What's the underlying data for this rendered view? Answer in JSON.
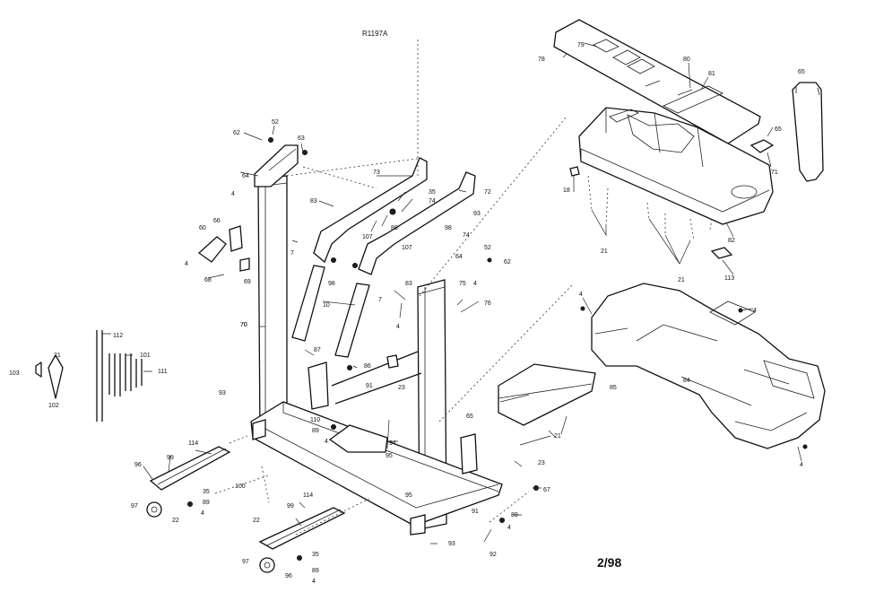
{
  "diagram": {
    "reference": "R1197A",
    "page_label": "2/98",
    "callouts": [
      {
        "id": "c52a",
        "text": "52"
      },
      {
        "id": "c62a",
        "text": "62"
      },
      {
        "id": "c63a",
        "text": "63"
      },
      {
        "id": "c64a",
        "text": "64"
      },
      {
        "id": "c4a",
        "text": "4"
      },
      {
        "id": "c66",
        "text": "66"
      },
      {
        "id": "c60",
        "text": "60"
      },
      {
        "id": "c4b",
        "text": "4"
      },
      {
        "id": "c69",
        "text": "69"
      },
      {
        "id": "c68",
        "text": "68"
      },
      {
        "id": "c70a",
        "text": "70"
      },
      {
        "id": "c73",
        "text": "73"
      },
      {
        "id": "c35a",
        "text": "35"
      },
      {
        "id": "c74a",
        "text": "74"
      },
      {
        "id": "c72",
        "text": "72"
      },
      {
        "id": "c83a",
        "text": "83"
      },
      {
        "id": "c88",
        "text": "88"
      },
      {
        "id": "c107a",
        "text": "107"
      },
      {
        "id": "c7a",
        "text": "7"
      },
      {
        "id": "c98a",
        "text": "98"
      },
      {
        "id": "c93a",
        "text": "93"
      },
      {
        "id": "c74b",
        "text": "74"
      },
      {
        "id": "c52b",
        "text": "52"
      },
      {
        "id": "c62b",
        "text": "62"
      },
      {
        "id": "c107b",
        "text": "107"
      },
      {
        "id": "c64b",
        "text": "64"
      },
      {
        "id": "c98b",
        "text": "98"
      },
      {
        "id": "c10",
        "text": "10"
      },
      {
        "id": "c83b",
        "text": "83"
      },
      {
        "id": "c7b",
        "text": "7"
      },
      {
        "id": "c4c",
        "text": "4"
      },
      {
        "id": "c75",
        "text": "75"
      },
      {
        "id": "c76",
        "text": "76"
      },
      {
        "id": "c4d",
        "text": "4"
      },
      {
        "id": "c70b",
        "text": "70"
      },
      {
        "id": "c87",
        "text": "87"
      },
      {
        "id": "c86",
        "text": "86"
      },
      {
        "id": "c23a",
        "text": "23"
      },
      {
        "id": "c93b",
        "text": "93"
      },
      {
        "id": "c91a",
        "text": "91"
      },
      {
        "id": "c110",
        "text": "110"
      },
      {
        "id": "c89a",
        "text": "89"
      },
      {
        "id": "c4e",
        "text": "4"
      },
      {
        "id": "c94",
        "text": "94"
      },
      {
        "id": "c95a",
        "text": "95"
      },
      {
        "id": "c95b",
        "text": "95"
      },
      {
        "id": "c112",
        "text": "112"
      },
      {
        "id": "c101",
        "text": "101"
      },
      {
        "id": "c111",
        "text": "111"
      },
      {
        "id": "c103",
        "text": "103"
      },
      {
        "id": "c21a",
        "text": "21"
      },
      {
        "id": "c102",
        "text": "102"
      },
      {
        "id": "c114a",
        "text": "114"
      },
      {
        "id": "c99a",
        "text": "99"
      },
      {
        "id": "c96a",
        "text": "96"
      },
      {
        "id": "c97a",
        "text": "97"
      },
      {
        "id": "c35b",
        "text": "35"
      },
      {
        "id": "c89b",
        "text": "89"
      },
      {
        "id": "c22a",
        "text": "22"
      },
      {
        "id": "c4f",
        "text": "4"
      },
      {
        "id": "c100",
        "text": "100"
      },
      {
        "id": "c114b",
        "text": "114"
      },
      {
        "id": "c99b",
        "text": "99"
      },
      {
        "id": "c22b",
        "text": "22"
      },
      {
        "id": "c35c",
        "text": "35"
      },
      {
        "id": "c97b",
        "text": "97"
      },
      {
        "id": "c96b",
        "text": "96"
      },
      {
        "id": "c89c",
        "text": "89"
      },
      {
        "id": "c4g",
        "text": "4"
      },
      {
        "id": "c93c",
        "text": "93"
      },
      {
        "id": "c91b",
        "text": "91"
      },
      {
        "id": "c89d",
        "text": "89"
      },
      {
        "id": "c4h",
        "text": "4"
      },
      {
        "id": "c92",
        "text": "92"
      },
      {
        "id": "c67",
        "text": "67"
      },
      {
        "id": "c23b",
        "text": "23"
      },
      {
        "id": "c65a",
        "text": "65"
      },
      {
        "id": "c85",
        "text": "85"
      },
      {
        "id": "c21b",
        "text": "21"
      },
      {
        "id": "c79",
        "text": "79"
      },
      {
        "id": "c78",
        "text": "78"
      },
      {
        "id": "c80",
        "text": "80"
      },
      {
        "id": "c81",
        "text": "81"
      },
      {
        "id": "c65b",
        "text": "65"
      },
      {
        "id": "c65c",
        "text": "65"
      },
      {
        "id": "c71",
        "text": "71"
      },
      {
        "id": "c18",
        "text": "18"
      },
      {
        "id": "c21c",
        "text": "21"
      },
      {
        "id": "c82",
        "text": "82"
      },
      {
        "id": "c21d",
        "text": "21"
      },
      {
        "id": "c113",
        "text": "113"
      },
      {
        "id": "c4i",
        "text": "4"
      },
      {
        "id": "c4j",
        "text": "4"
      },
      {
        "id": "c84",
        "text": "84"
      },
      {
        "id": "c4k",
        "text": "4"
      }
    ]
  }
}
